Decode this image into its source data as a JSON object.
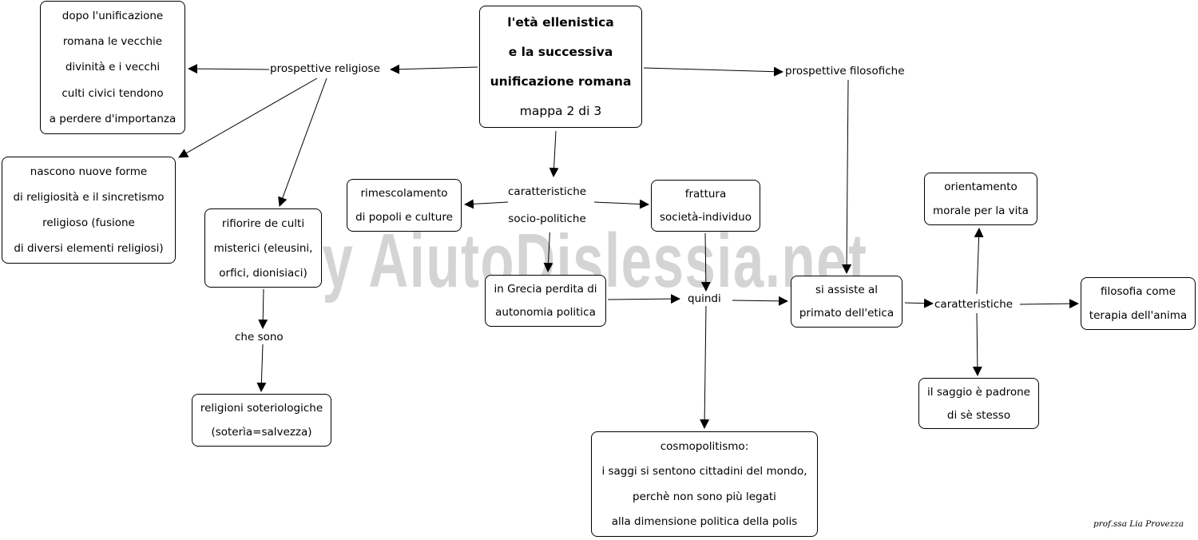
{
  "map": {
    "title_lines": [
      "l'età ellenistica",
      "e la successiva",
      "unificazione romana"
    ],
    "subtitle": "mappa 2 di 3",
    "watermark": "By AiutoDislessia.net",
    "signature": "prof.ssa Lia Provezza"
  },
  "nodes": {
    "vecchie_divinita": [
      "dopo l'unificazione",
      "romana le vecchie",
      "divinità e i vecchi",
      "culti civici tendono",
      "a perdere d'importanza"
    ],
    "nuove_forme": [
      "nascono nuove forme",
      "di religiosità e il sincretismo",
      "religioso (fusione",
      "di diversi elementi religiosi)"
    ],
    "culti_misterici": [
      "rifiorire de culti",
      "misterici (eleusini,",
      "orfici, dionisiaci)"
    ],
    "soteriologiche": [
      "religioni soteriologiche",
      "(soterìa=salvezza)"
    ],
    "rimescolamento": [
      "rimescolamento",
      "di popoli e culture"
    ],
    "frattura": [
      "frattura",
      "società-individuo"
    ],
    "grecia": [
      "in Grecia perdita di",
      "autonomia politica"
    ],
    "cosmopolitismo": [
      "cosmopolitismo:",
      "i saggi si sentono cittadini del mondo,",
      "perchè non sono più legati",
      "alla dimensione politica della polis"
    ],
    "primato_etica": [
      "si assiste al",
      "primato dell'etica"
    ],
    "orientamento": [
      "orientamento",
      "morale per la vita"
    ],
    "saggio": [
      "il saggio è padrone",
      "di sè stesso"
    ],
    "filosofia_terapia": [
      "filosofia come",
      "terapia dell'anima"
    ]
  },
  "labels": {
    "prospettive_religiose": [
      "prospettive religiose"
    ],
    "prospettive_filosofiche": [
      "prospettive filosofiche"
    ],
    "caratteristiche_sociopolitiche": [
      "caratteristiche",
      "socio-politiche"
    ],
    "che_sono": [
      "che sono"
    ],
    "quindi": [
      "quindi"
    ],
    "caratteristiche": [
      "caratteristiche"
    ]
  }
}
